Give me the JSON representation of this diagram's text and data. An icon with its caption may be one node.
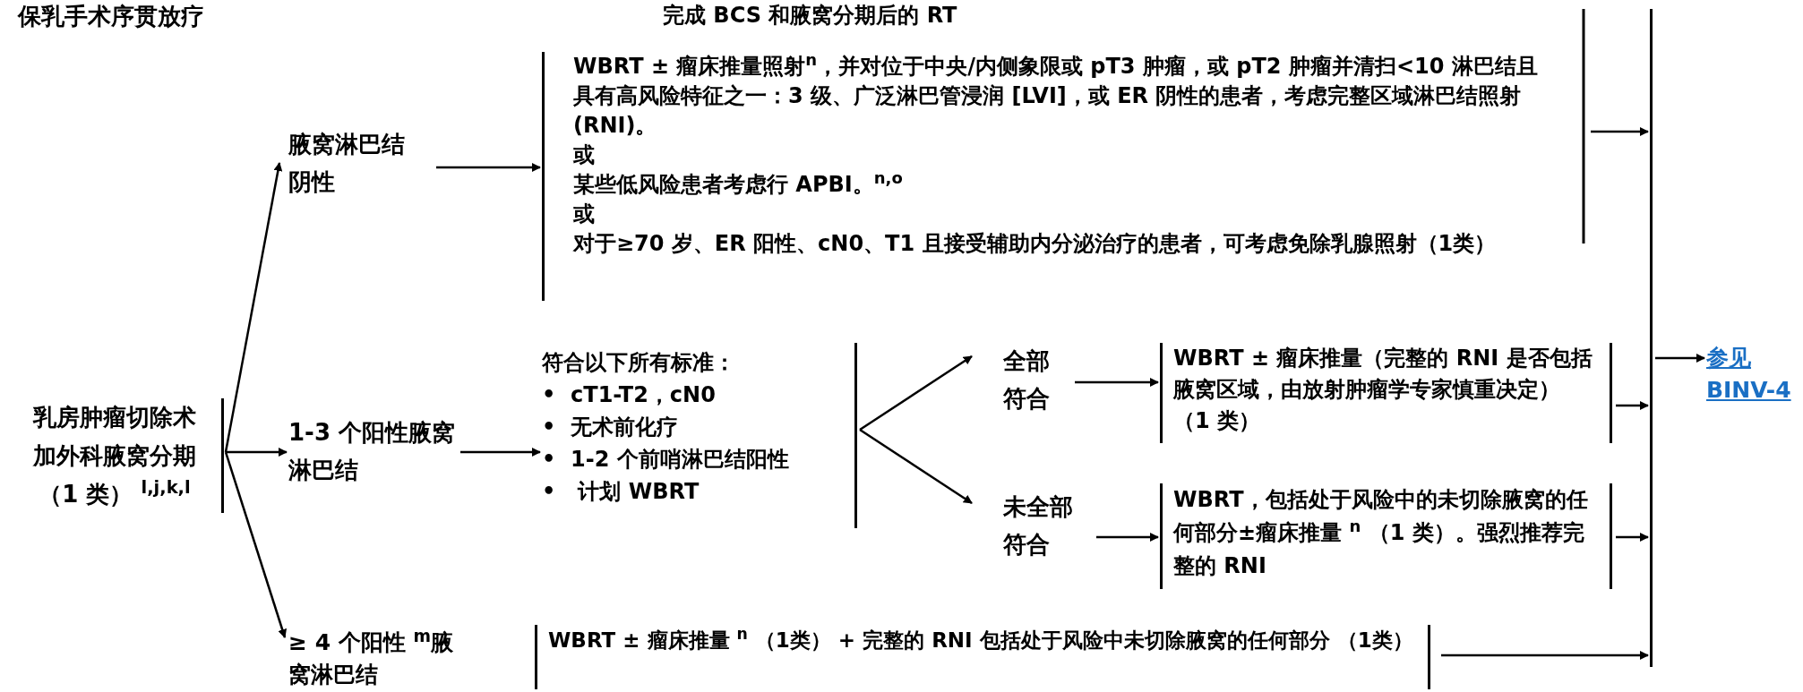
{
  "diagram": {
    "title": "保乳手术序贯放疗",
    "nodes": [
      {
        "text": [
          "乳房肿瘤切除术加外科腋窝分期（1 类） $^{l,j,k,l}$"
        ]
      },
      {
        "text": [
          "腋窝淋巴结阴性"
        ]
      },
      {
        "text": [
          "WBRT ± 瘤床推量照射$^{n}$，并对位于中央/内侧象限或 pT3 肿瘤，或 pT2 肿瘤并清扫<10 淋巴结且具有高风险特征之一：3 级、广泛淋巴管浸润 [LVI]，或 ER 阴性的患者，考虑完整区域淋巴结照射 (RNI)。",
          "或",
          "某些低风险患者考虑行 APBI。$^{n,o}$",
          "或",
          "对于≥70 岁、ER 阳性、cN0、T1 且接受辅助内分泌治疗的患者，可考虑免除乳腺照射（1类）"
        ]
      },
      {
        "text": [
          "1-3 个阳性腋窝淋巴结"
        ]
      },
      {
        "text": [
          "符合以下所有标准：",
          "•  cT1-T2，cN0",
          "•  无术前化疗",
          "•  1-2 个前哨淋巴结阳性",
          "•   计划 WBRT"
        ]
      },
      {
        "text": [
          "全部符合"
        ]
      },
      {
        "text": [
          "未全部符合"
        ]
      },
      {
        "text": [
          "WBRT ± 瘤床推量（完整的 RNI 是否包括腋窝区域，由放射肿瘤学专家慎重决定）（1 类）"
        ]
      },
      {
        "text": [
          "WBRT，包括处于风险中的未切除腋窝的任何部分±瘤床推量 $^{n}$ （1 类）。强烈推荐完整的 RNI"
        ]
      },
      {
        "text": [
          "≥ 4 个阳性 $^{m}$腋窝淋巴结"
        ]
      },
      {
        "text": [
          "WBRT ± 瘤床推量 $^{n}$ （1类） + 完整的 RNI 包括处于风险中未切除腋窝的任何部分 （1类）"
        ]
      },
      {
        "text": [],
        "shape": "bar"
      },
      {
        "text": [
          "参见BINV-4"
        ]
      }
    ],
    "edges": [
      {
        "from": 0,
        "to": 1,
        "arrow": "to"
      },
      {
        "from": 0,
        "to": 3,
        "arrow": "to"
      },
      {
        "from": 0,
        "to": 9,
        "arrow": "to"
      },
      {
        "from": 1,
        "to": 2,
        "arrow": "to"
      },
      {
        "from": 3,
        "to": 4,
        "arrow": "to"
      },
      {
        "from": 4,
        "to": 5,
        "arrow": "to"
      },
      {
        "from": 4,
        "to": 6,
        "arrow": "to"
      },
      {
        "from": 5,
        "to": 7,
        "arrow": "to"
      },
      {
        "from": 6,
        "to": 8,
        "arrow": "to"
      },
      {
        "from": 2,
        "to": 11,
        "arrow": "to"
      },
      {
        "from": 7,
        "to": 11,
        "arrow": "to"
      },
      {
        "from": 8,
        "to": 11,
        "arrow": "to"
      },
      {
        "from": 10,
        "to": 11,
        "arrow": "to"
      },
      {
        "from": 11,
        "to": 12,
        "arrow": "to"
      }
    ],
    "labels": [
      "完成 BCS 和腋窝分期后的 RT"
    ]
  }
}
